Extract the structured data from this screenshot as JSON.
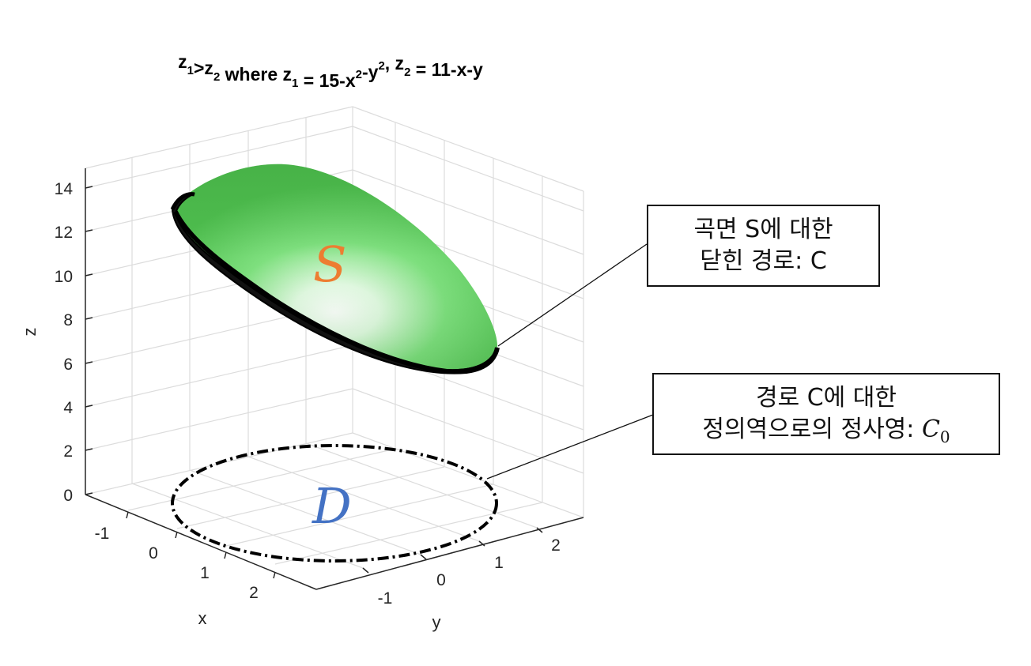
{
  "figure": {
    "title": {
      "parts": [
        {
          "t": "z",
          "sub": "1"
        },
        {
          "t": ">z",
          "sub": "2"
        },
        {
          "t": " where z",
          "sub": "1"
        },
        {
          "t": " = 15-x",
          "sup": "2"
        },
        {
          "t": "-y",
          "sup": "2"
        },
        {
          "t": ", z",
          "sub": "2"
        },
        {
          "t": " = 11-x-y"
        }
      ]
    },
    "axes": {
      "xlabel": "x",
      "ylabel": "y",
      "zlabel": "z",
      "xticks": [
        "-1",
        "0",
        "1",
        "2"
      ],
      "yticks": [
        "-1",
        "0",
        "1",
        "2"
      ],
      "zticks": [
        "0",
        "2",
        "4",
        "6",
        "8",
        "10",
        "12",
        "14"
      ],
      "zlim": [
        0,
        15
      ],
      "grid": true
    },
    "surface": {
      "label": "S",
      "label_color": "#ED7D31",
      "surface_color": "#5FD35F",
      "highlight_color": "#FFFFFF"
    },
    "domain": {
      "label": "D",
      "label_color": "#4472C4"
    },
    "curve_color": "#000000",
    "callouts": {
      "surface_curve": {
        "line1": "곡면 S에 대한",
        "line2": "닫힌 경로: C"
      },
      "projection_curve": {
        "line1": "경로 C에 대한",
        "line2_text": "정의역으로의 정사영: ",
        "line2_math": "C",
        "line2_math_sub": "0"
      }
    }
  }
}
